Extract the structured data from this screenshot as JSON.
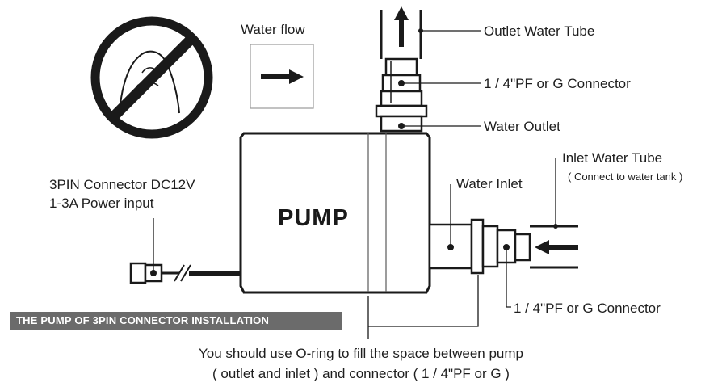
{
  "water_flow_label": "Water flow",
  "pump_label": "PUMP",
  "callouts": {
    "outlet_tube": "Outlet Water Tube",
    "top_connector": "1 / 4\"PF or G Connector",
    "water_outlet": "Water Outlet",
    "inlet_tube": "Inlet Water Tube",
    "inlet_tube_note": "( Connect to water tank )",
    "water_inlet": "Water Inlet",
    "side_connector": "1 / 4\"PF or G Connector",
    "power_line1": "3PIN Connector DC12V",
    "power_line2": "1-3A Power input"
  },
  "banner": "THE PUMP OF 3PIN CONNECTOR INSTALLATION",
  "note": {
    "line1": "You should use O-ring to fill the space between pump",
    "line2": "( outlet and inlet ) and connector ( 1 / 4\"PF or G )"
  },
  "icons": [
    "prohibited-icon",
    "flow-arrow-icon",
    "up-arrow-icon",
    "left-arrow-icon",
    "power-plug-icon"
  ],
  "colors": {
    "line": "#1e1e1e",
    "banner_bg": "#6b6b6b",
    "banner_text": "#ffffff"
  }
}
